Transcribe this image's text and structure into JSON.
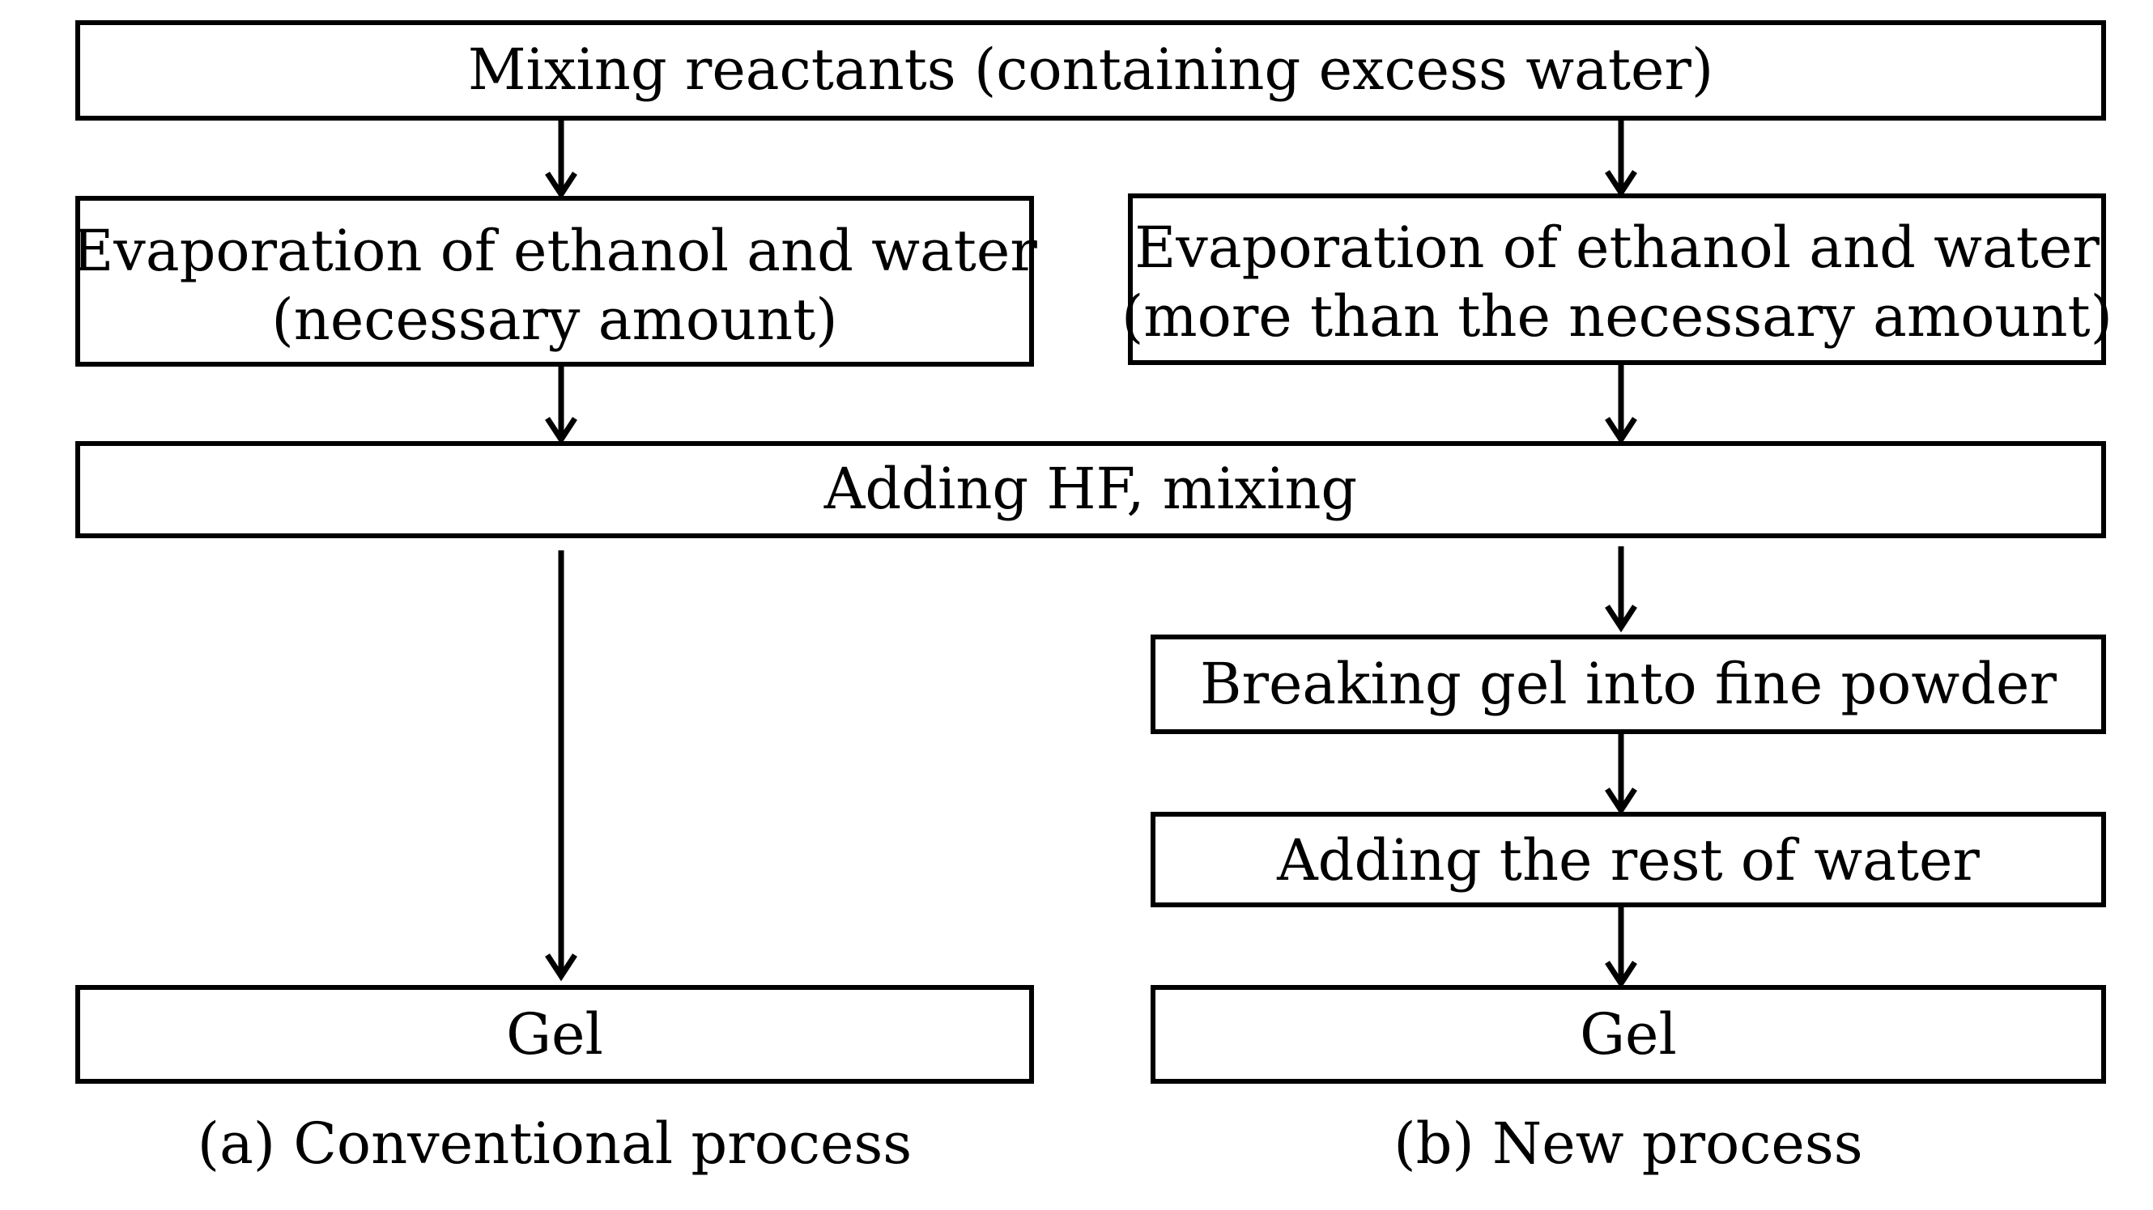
{
  "steps": {
    "mixing": "Mixing reactants (containing excess water)",
    "evap_conv_line1": "Evaporation of ethanol and water",
    "evap_conv_line2": "(necessary amount)",
    "evap_new_line1": "Evaporation of ethanol and water",
    "evap_new_line2": "(more than the necessary amount)",
    "adding_hf": "Adding HF, mixing",
    "breaking_gel": "Breaking gel into fine powder",
    "adding_rest": "Adding the rest of water",
    "gel_conv": "Gel",
    "gel_new": "Gel"
  },
  "captions": {
    "conventional": "(a) Conventional process",
    "new": "(b) New process"
  },
  "colors": {
    "line": "#000000",
    "background": "#ffffff"
  }
}
